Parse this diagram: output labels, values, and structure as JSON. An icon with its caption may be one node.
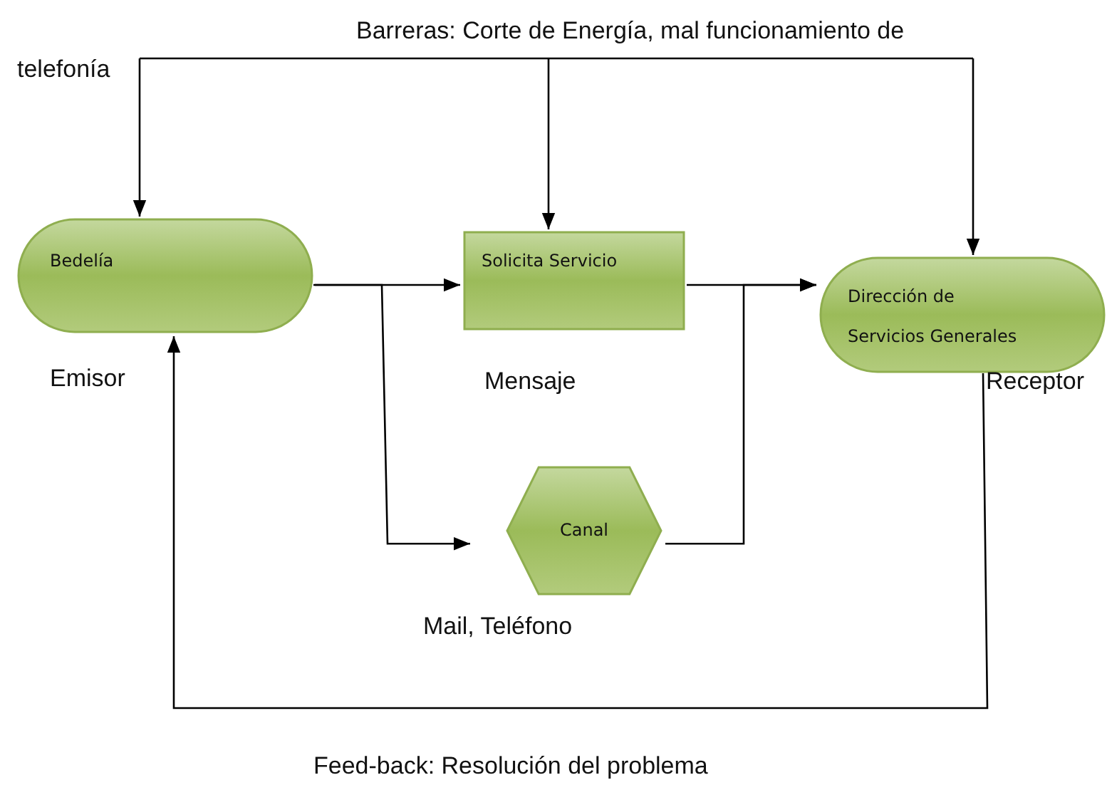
{
  "diagram": {
    "nodes": [
      {
        "text": [
          "Barreras: Corte de Energía, mal funcionamiento de telefonía"
        ]
      },
      {
        "text": [
          "Bedelía"
        ],
        "beside": [
          "Emisor"
        ]
      },
      {
        "text": [
          "Solicita Servicio"
        ],
        "beside": [
          "Mensaje"
        ]
      },
      {
        "text": [
          "Dirección de Servicios Generales"
        ],
        "beside": [
          "Receptor"
        ]
      },
      {
        "text": [
          "Canal"
        ],
        "beside": [
          "Mail, Teléfono"
        ]
      }
    ],
    "edges": [
      {
        "from": 0,
        "to": 1,
        "arrow": "to"
      },
      {
        "from": 0,
        "to": 2,
        "arrow": "to"
      },
      {
        "from": 0,
        "to": 3,
        "arrow": "to"
      },
      {
        "from": 1,
        "to": 2,
        "arrow": "to"
      },
      {
        "from": 1,
        "to": 4,
        "arrow": "to"
      },
      {
        "from": 2,
        "to": 3,
        "arrow": "to"
      },
      {
        "from": 4,
        "to": 3,
        "arrow": "to"
      },
      {
        "from": 3,
        "to": 1,
        "arrow": "to"
      }
    ],
    "labels": [
      "Feed-back: Resolución del problema"
    ]
  }
}
